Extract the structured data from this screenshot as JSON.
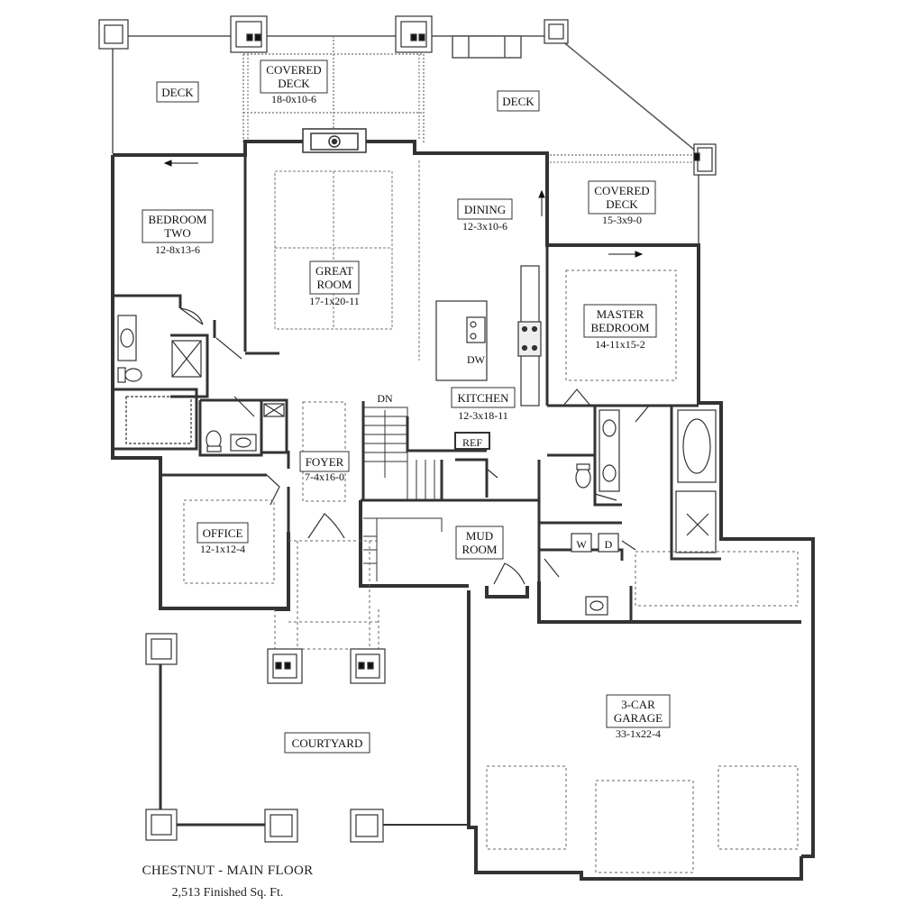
{
  "plan": {
    "title": "CHESTNUT - MAIN FLOOR",
    "subtitle": "2,513 Finished Sq. Ft.",
    "rooms": {
      "deck_left": {
        "name": "DECK"
      },
      "covered_deck_top": {
        "name1": "COVERED",
        "name2": "DECK",
        "dims": "18-0x10-6"
      },
      "deck_right": {
        "name": "DECK"
      },
      "bedroom_two": {
        "name1": "BEDROOM",
        "name2": "TWO",
        "dims": "12-8x13-6"
      },
      "great_room": {
        "name1": "GREAT",
        "name2": "ROOM",
        "dims": "17-1x20-11"
      },
      "dining": {
        "name": "DINING",
        "dims": "12-3x10-6"
      },
      "covered_deck_right": {
        "name1": "COVERED",
        "name2": "DECK",
        "dims": "15-3x9-0"
      },
      "master_bedroom": {
        "name1": "MASTER",
        "name2": "BEDROOM",
        "dims": "14-11x15-2"
      },
      "kitchen": {
        "name": "KITCHEN",
        "dims": "12-3x18-11"
      },
      "foyer": {
        "name": "FOYER",
        "dims": "7-4x16-0"
      },
      "office": {
        "name": "OFFICE",
        "dims": "12-1x12-4"
      },
      "mud_room": {
        "name1": "MUD",
        "name2": "ROOM"
      },
      "garage": {
        "name1": "3-CAR",
        "name2": "GARAGE",
        "dims": "33-1x22-4"
      },
      "courtyard": {
        "name": "COURTYARD"
      }
    },
    "fixtures": {
      "stair_dn": "DN",
      "dishwasher": "DW",
      "refrigerator": "REF",
      "washer": "W",
      "dryer": "D"
    }
  }
}
